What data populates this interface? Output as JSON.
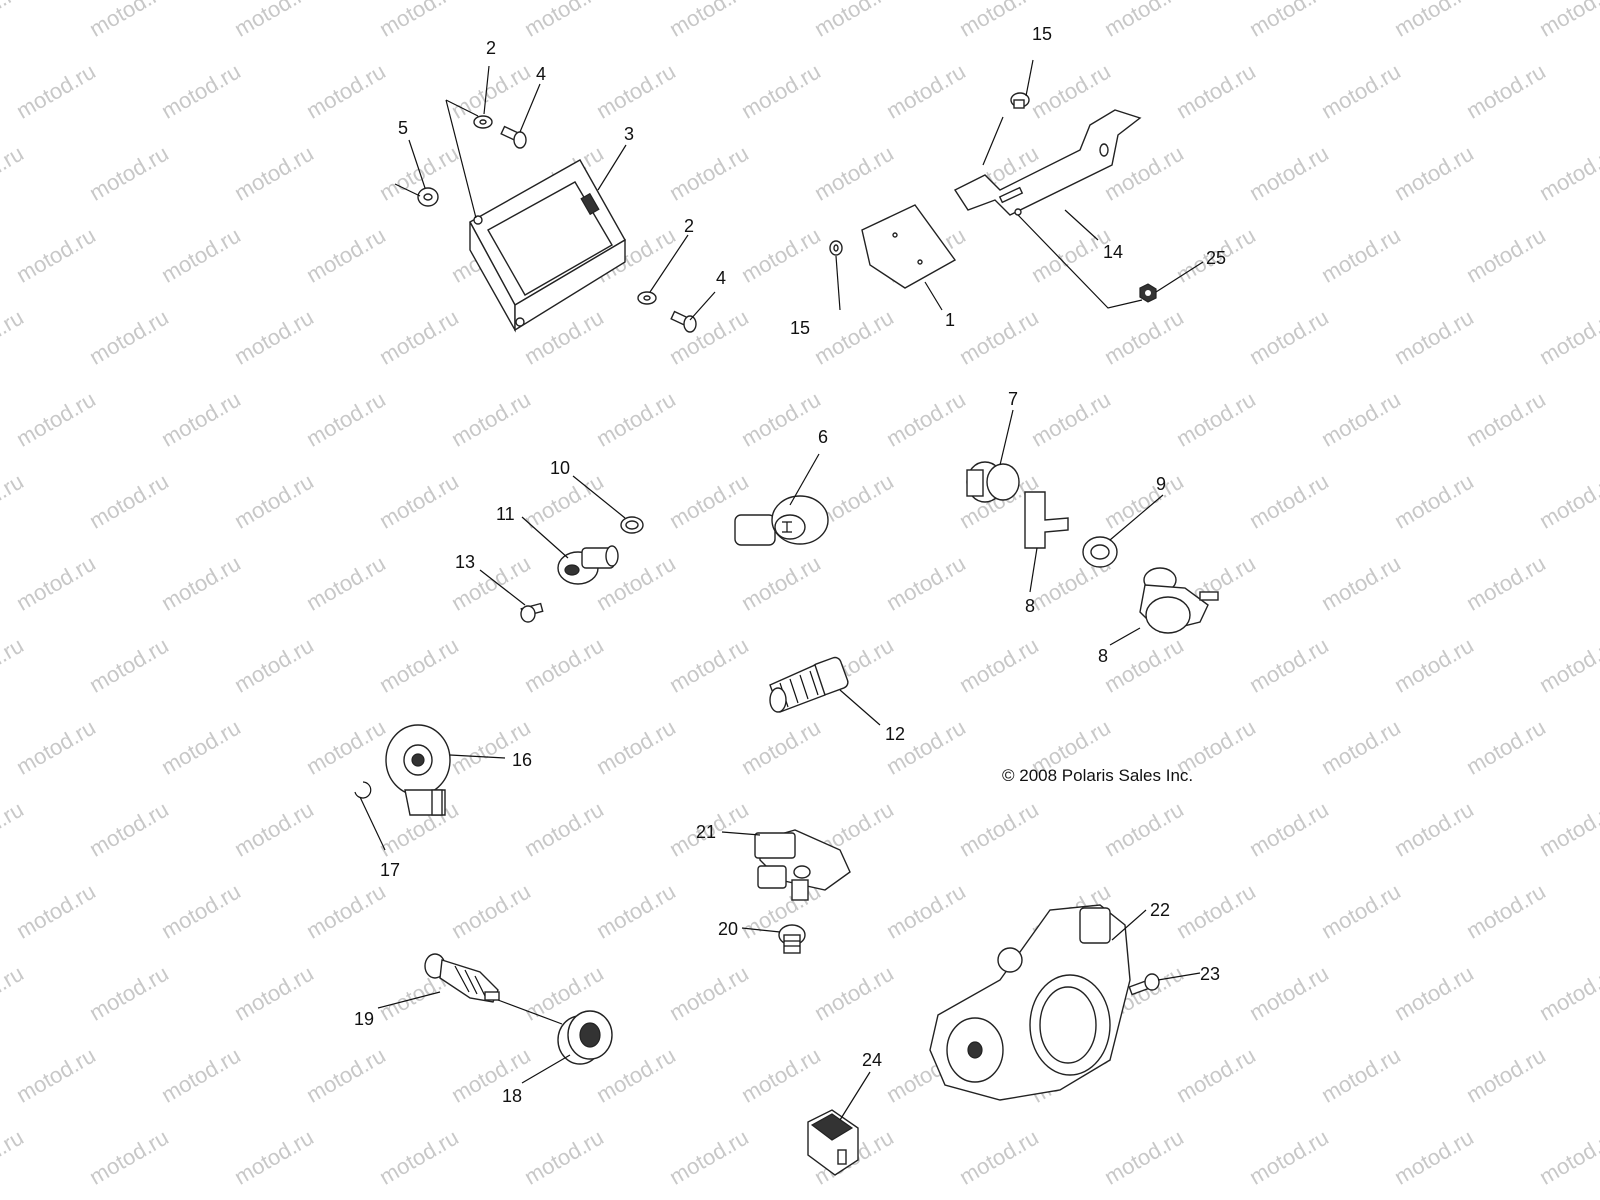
{
  "watermark": "motod.ru",
  "copyright": "© 2008 Polaris Sales Inc.",
  "callouts": [
    "1",
    "2",
    "2",
    "3",
    "4",
    "4",
    "5",
    "6",
    "7",
    "8",
    "8",
    "9",
    "10",
    "11",
    "12",
    "13",
    "14",
    "15",
    "15",
    "16",
    "17",
    "18",
    "19",
    "20",
    "21",
    "22",
    "23",
    "24",
    "25"
  ]
}
